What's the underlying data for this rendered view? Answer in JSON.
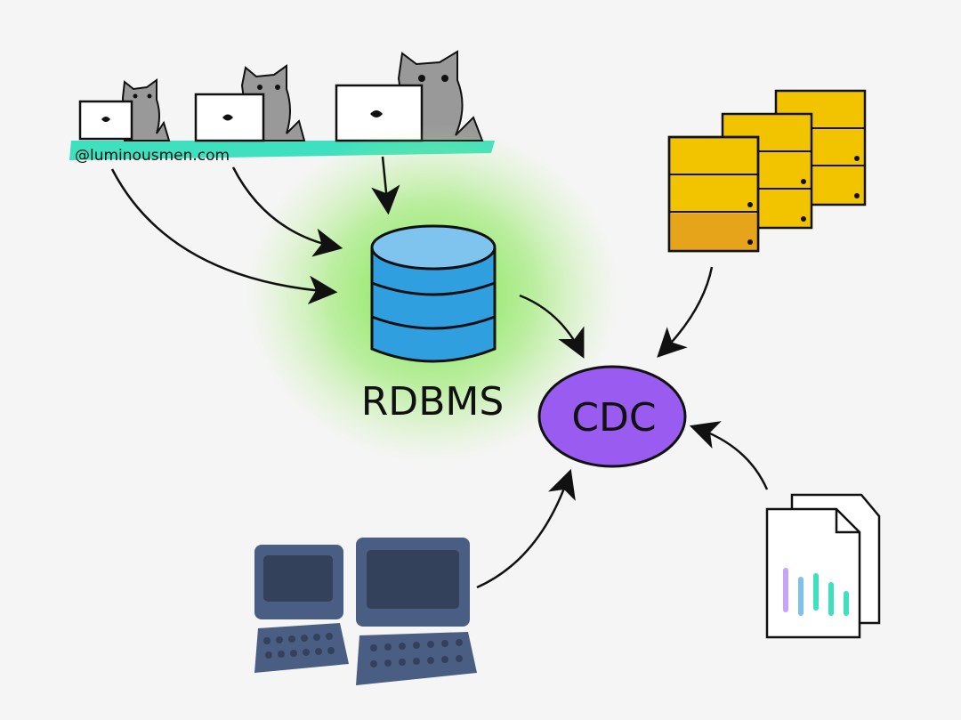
{
  "diagram": {
    "watermark": "@luminousmen.com",
    "nodes": {
      "database": {
        "label": "RDBMS",
        "icon": "database-icon"
      },
      "cdc": {
        "label": "CDC",
        "icon": "ellipse-node"
      },
      "users": {
        "icon": "cat-at-laptop-icon",
        "count": 3
      },
      "files": {
        "icon": "spreadsheet-files-icon"
      },
      "computers": {
        "icon": "desktop-computer-icon"
      },
      "report": {
        "icon": "report-document-icon"
      }
    },
    "colors": {
      "background": "#f5f5f5",
      "desk": "#3fe0c0",
      "glow": "#6fe23a",
      "database_fill": "#2f9fe0",
      "database_shade": "#7fc4ee",
      "cdc_fill": "#9a5cf0",
      "files_fill": "#f2c400",
      "computers_fill": "#4a5e84",
      "screen_fill": "#34415b",
      "report_bars": [
        "#c7a4f5",
        "#7fc0ee",
        "#3fe0c0",
        "#3fe0c0"
      ]
    }
  }
}
